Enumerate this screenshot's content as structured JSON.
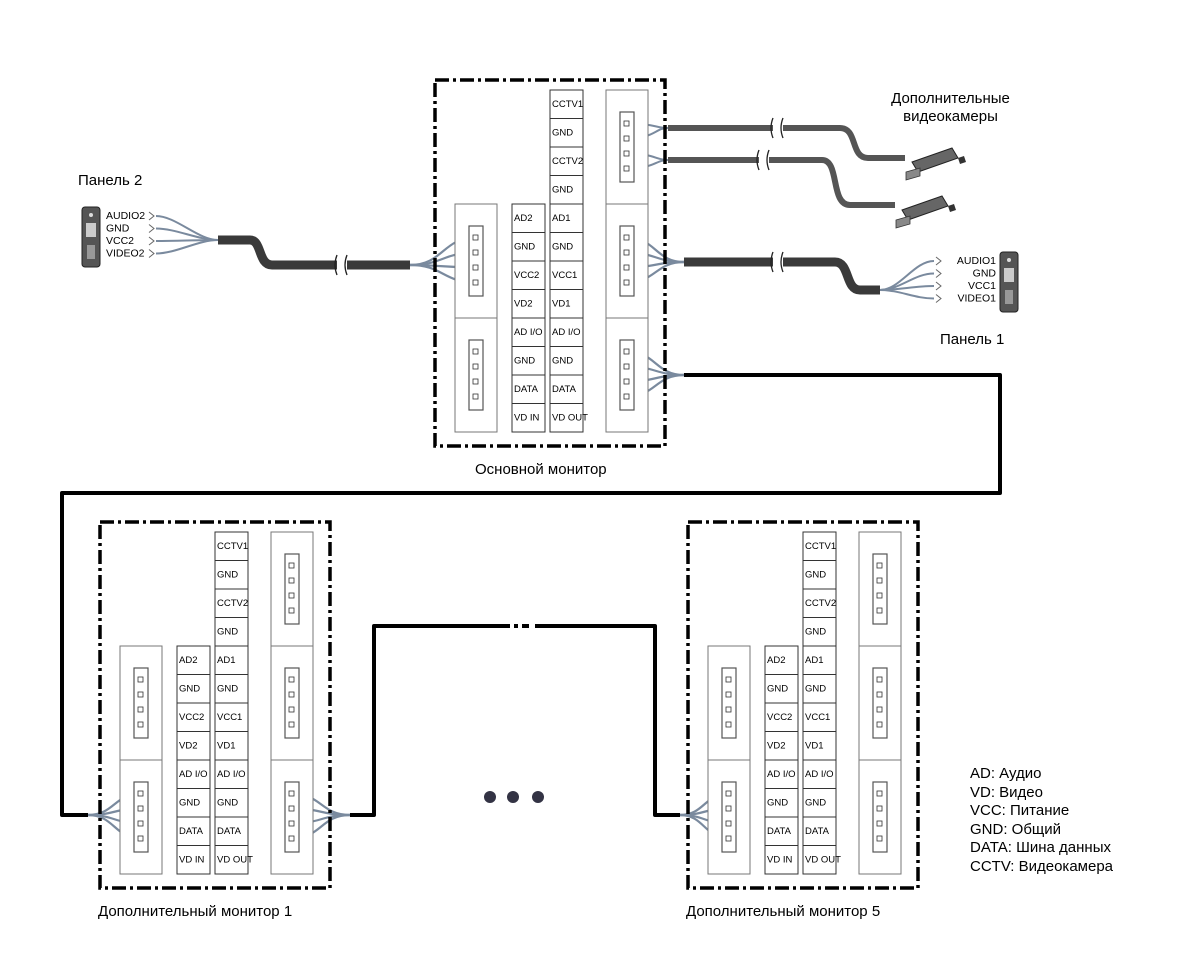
{
  "labels": {
    "panel2": "Панель 2",
    "panel1": "Панель 1",
    "extra_cameras": "Дополнительные\nвидеокамеры",
    "main_monitor": "Основной монитор",
    "extra_monitor_1": "Дополнительный монитор 1",
    "extra_monitor_5": "Дополнительный монитор 5"
  },
  "panel2_pins": [
    "AUDIO2",
    "GND",
    "VCC2",
    "VIDEO2"
  ],
  "panel1_pins": [
    "AUDIO1",
    "GND",
    "VCC1",
    "VIDEO1"
  ],
  "monitor_terminals": {
    "cctv": [
      "CCTV1",
      "GND",
      "CCTV2",
      "GND"
    ],
    "col_left": [
      "AD2",
      "GND",
      "VCC2",
      "VD2"
    ],
    "col_right_top": [
      "AD1",
      "GND",
      "VCC1",
      "VD1"
    ],
    "col_left_bottom": [
      "AD I/O",
      "GND",
      "DATA",
      "VD IN"
    ],
    "col_right_bottom": [
      "AD I/O",
      "GND",
      "DATA",
      "VD OUT"
    ]
  },
  "legend": [
    "AD: Аудио",
    "VD: Видео",
    "VCC: Питание",
    "GND: Общий",
    "DATA: Шина данных",
    "CCTV: Видеокамера"
  ],
  "colors": {
    "line": "#000000",
    "wire": "#7a8a9e",
    "cable": "#3a3a3a",
    "grey_cable": "#555555",
    "terminal_border": "#777777"
  }
}
